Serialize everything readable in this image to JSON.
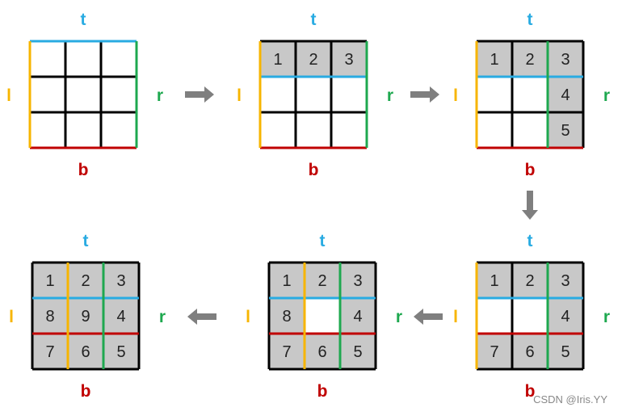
{
  "colors": {
    "top": "#29abe2",
    "right": "#1ea84f",
    "bottom": "#c00000",
    "left": "#f7b500",
    "grid": "#000000",
    "filled_cell": "#c8c8c8",
    "empty_cell": "#ffffff",
    "arrow": "#7f7f7f"
  },
  "labels": {
    "top": "t",
    "right": "r",
    "bottom": "b",
    "left": "l"
  },
  "arrow_directions": [
    "right",
    "right",
    "down",
    "left",
    "left"
  ],
  "steps": [
    {
      "cells": [
        "",
        "",
        "",
        "",
        "",
        "",
        "",
        "",
        ""
      ],
      "filled": [
        false,
        false,
        false,
        false,
        false,
        false,
        false,
        false,
        false
      ],
      "top_line": 0,
      "bottom_line": 3,
      "left_line": 0,
      "right_line": 3
    },
    {
      "cells": [
        "1",
        "2",
        "3",
        "",
        "",
        "",
        "",
        "",
        ""
      ],
      "filled": [
        true,
        true,
        true,
        false,
        false,
        false,
        false,
        false,
        false
      ],
      "top_line": 1,
      "bottom_line": 3,
      "left_line": 0,
      "right_line": 3
    },
    {
      "cells": [
        "1",
        "2",
        "3",
        "",
        "",
        "4",
        "",
        "",
        "5"
      ],
      "filled": [
        true,
        true,
        true,
        false,
        false,
        true,
        false,
        false,
        true
      ],
      "top_line": 1,
      "bottom_line": 3,
      "left_line": 0,
      "right_line": 2
    },
    {
      "cells": [
        "1",
        "2",
        "3",
        "",
        "",
        "4",
        "7",
        "6",
        "5"
      ],
      "filled": [
        true,
        true,
        true,
        false,
        false,
        true,
        true,
        true,
        true
      ],
      "top_line": 1,
      "bottom_line": 2,
      "left_line": 0,
      "right_line": 2
    },
    {
      "cells": [
        "1",
        "2",
        "3",
        "8",
        "",
        "4",
        "7",
        "6",
        "5"
      ],
      "filled": [
        true,
        true,
        true,
        true,
        false,
        true,
        true,
        true,
        true
      ],
      "top_line": 1,
      "bottom_line": 2,
      "left_line": 1,
      "right_line": 2
    },
    {
      "cells": [
        "1",
        "2",
        "3",
        "8",
        "9",
        "4",
        "7",
        "6",
        "5"
      ],
      "filled": [
        true,
        true,
        true,
        true,
        true,
        true,
        true,
        true,
        true
      ],
      "top_line": 1,
      "bottom_line": 2,
      "left_line": 1,
      "right_line": 2
    }
  ],
  "watermark": "CSDN @Iris.YY"
}
